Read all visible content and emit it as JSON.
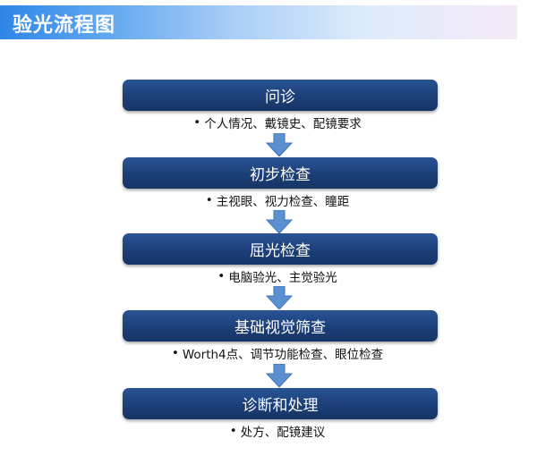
{
  "title": "验光流程图",
  "colors": {
    "step_box": "#1f4785",
    "arrow": "#5a8fd0",
    "title_gradient_start": "#2f86e6"
  },
  "steps": [
    {
      "label": "问诊",
      "desc": "个人情况、戴镜史、配镜要求"
    },
    {
      "label": "初步检查",
      "desc": "主视眼、视力检查、瞳距"
    },
    {
      "label": "屈光检查",
      "desc": "电脑验光、主觉验光"
    },
    {
      "label": "基础视觉筛查",
      "desc": "Worth4点、调节功能检查、眼位检查"
    },
    {
      "label": "诊断和处理",
      "desc": "处方、配镜建议"
    }
  ],
  "bullet": "•"
}
